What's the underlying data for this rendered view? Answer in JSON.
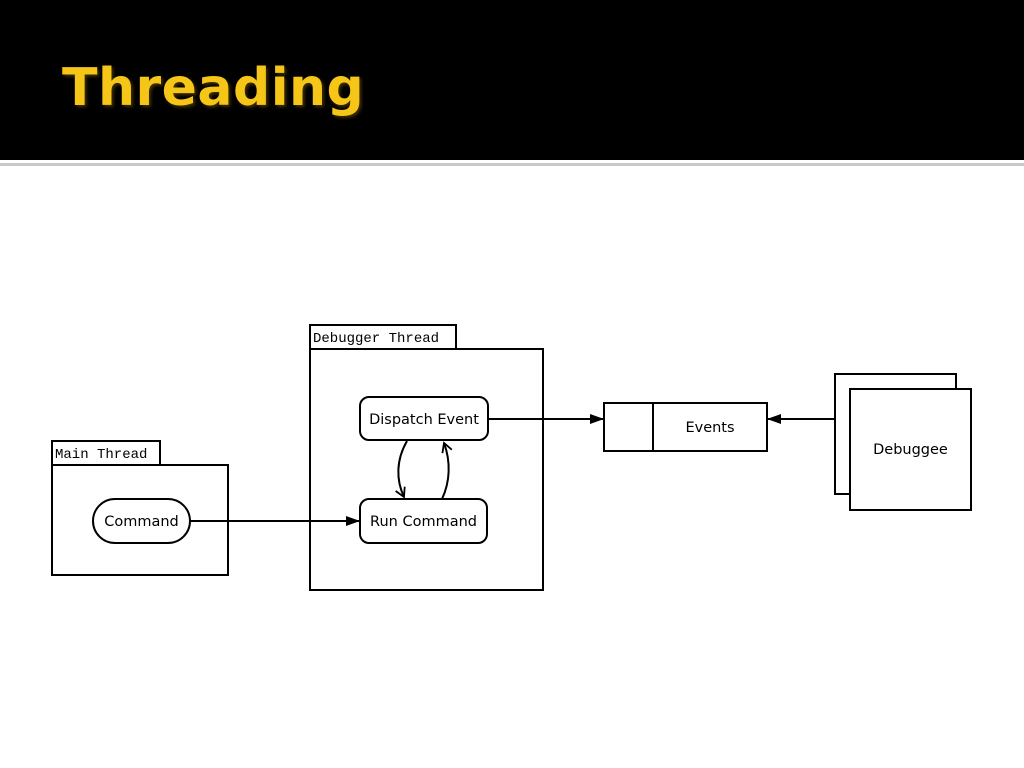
{
  "slide": {
    "title": "Threading"
  },
  "colors": {
    "title_bar": "#000000",
    "title_text": "#f5c518",
    "rule": "#c8c8c8",
    "stroke": "#000000",
    "background": "#ffffff"
  },
  "diagram": {
    "main_thread": {
      "tab_label": "Main Thread",
      "command_label": "Command"
    },
    "debugger_thread": {
      "tab_label": "Debugger Thread",
      "dispatch_event_label": "Dispatch Event",
      "run_command_label": "Run Command"
    },
    "events_queue": {
      "label": "Events"
    },
    "debuggee": {
      "label": "Debuggee"
    }
  }
}
